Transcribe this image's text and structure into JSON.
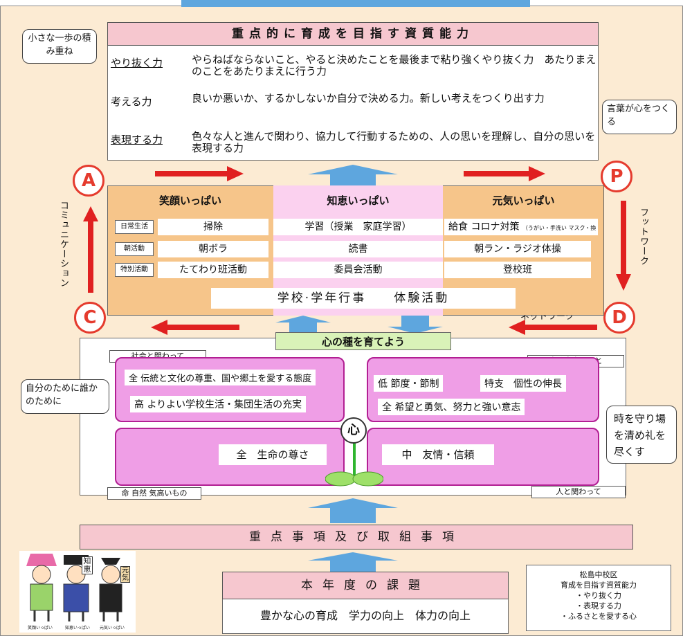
{
  "top_section": {
    "title": "重点的に育成を目指す資質能力",
    "abilities": [
      {
        "label": "やり抜く力",
        "text": "やらねばならないこと、やると決めたことを最後まで粘り強くやり抜く力　あたりまえのことをあたりまえに行う力"
      },
      {
        "label": "考える力",
        "text": "良いか悪いか、するかしないか自分で決める力。新しい考えをつくり出す力"
      },
      {
        "label": "表現する力",
        "text": "色々な人と進んで関わり、協力して行動するための、人の思いを理解し、自分の思いを表現する力"
      }
    ]
  },
  "callouts": {
    "top_left": "小さな一歩の積み重ね",
    "top_right": "言葉が心をつくる",
    "mid_left": "自分のために誰かのために",
    "mid_right": "時を守り場を清め礼を尽くす"
  },
  "cycle": {
    "a": "A",
    "p": "P",
    "c": "C",
    "d": "D",
    "left_vertical": "コミュニケーション",
    "right_vertical": "フットワーク",
    "bottom_right": "ネットワーク"
  },
  "middle_table": {
    "columns": [
      "笑顔いっぱい",
      "知恵いっぱい",
      "元気いっぱい"
    ],
    "rows": [
      {
        "label": "日常生活",
        "cells": [
          "掃除",
          "学習（授業　家庭学習）",
          "給食 コロナ対策"
        ],
        "note": "（うがい・手洗い マスク・換気）"
      },
      {
        "label": "朝活動",
        "cells": [
          "朝ボラ",
          "読書",
          "朝ラン・ラジオ体操"
        ]
      },
      {
        "label": "特別活動",
        "cells": [
          "たてわり班活動",
          "委員会活動",
          "登校班"
        ]
      }
    ],
    "events": "学校·学年行事　　体験活動"
  },
  "heart_section": {
    "banner": "心の種を育てよう",
    "tag_society": "社会と関わって",
    "tag_self": "自分自身のこと",
    "tag_life": "命 自然 気高いもの",
    "tag_people": "人と関わって",
    "society_items": [
      "全 伝統と文化の尊重、国や郷土を愛する態度",
      "高 よりよい学校生活・集団生活の充実"
    ],
    "self_items": [
      "低 節度・節制",
      "特支　個性の伸長",
      "全 希望と勇気、努力と強い意志"
    ],
    "life_item": "全　生命の尊さ",
    "people_item": "中　友情・信頼",
    "center": "心"
  },
  "priority_banner": "重点事項及び取組事項",
  "issues": {
    "title": "本年度の課題",
    "text": "豊かな心の育成　学力の向上　体力の向上"
  },
  "district_box": {
    "lines": [
      "松島中校区",
      "育成を目指す資質能力",
      "・やり抜く力",
      "・表現する力",
      "・ふるさとを愛する心"
    ]
  },
  "mascots": {
    "labels": [
      "知恵",
      "元気"
    ],
    "captions": [
      "笑顔いっぱい",
      "知恵いっぱい",
      "元気いっぱい"
    ]
  },
  "colors": {
    "cream": "#fcebd3",
    "pink_head": "#f6c7cf",
    "orange_col": "#f6c58a",
    "pink_col": "#fbd1ef",
    "magenta": "#ef9ee6",
    "arrow_red": "#e02020",
    "arrow_blue": "#5ea6de",
    "green_banner": "#d9f2b8"
  }
}
